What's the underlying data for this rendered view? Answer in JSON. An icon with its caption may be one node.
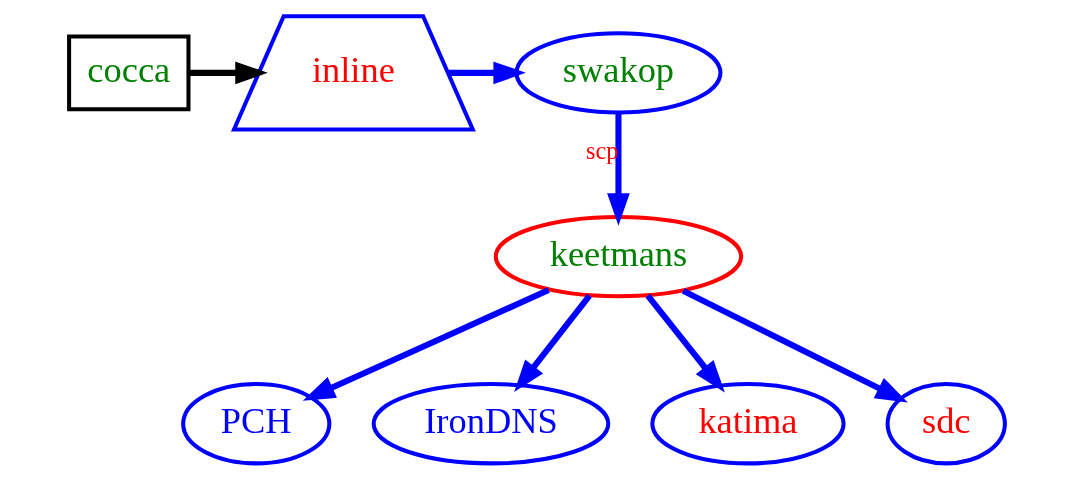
{
  "diagram": {
    "nodes": [
      {
        "text": [
          "cocca"
        ]
      },
      {
        "text": [
          "inline"
        ]
      },
      {
        "text": [
          "swakop"
        ]
      },
      {
        "text": [
          "keetmans"
        ]
      },
      {
        "text": [
          "PCH"
        ]
      },
      {
        "text": [
          "IronDNS"
        ]
      },
      {
        "text": [
          "katima"
        ]
      },
      {
        "text": [
          "sdc"
        ]
      }
    ],
    "edges": [
      {
        "from": 0,
        "to": 1,
        "arrow": "to",
        "color": "#000000"
      },
      {
        "from": 1,
        "to": 2,
        "arrow": "to"
      },
      {
        "from": 2,
        "to": 3,
        "arrow": "to",
        "label": "scp"
      },
      {
        "from": 3,
        "to": 4,
        "arrow": "to"
      },
      {
        "from": 3,
        "to": 5,
        "arrow": "to"
      },
      {
        "from": 3,
        "to": 6,
        "arrow": "to"
      },
      {
        "from": 3,
        "to": 7,
        "arrow": "to"
      }
    ]
  }
}
